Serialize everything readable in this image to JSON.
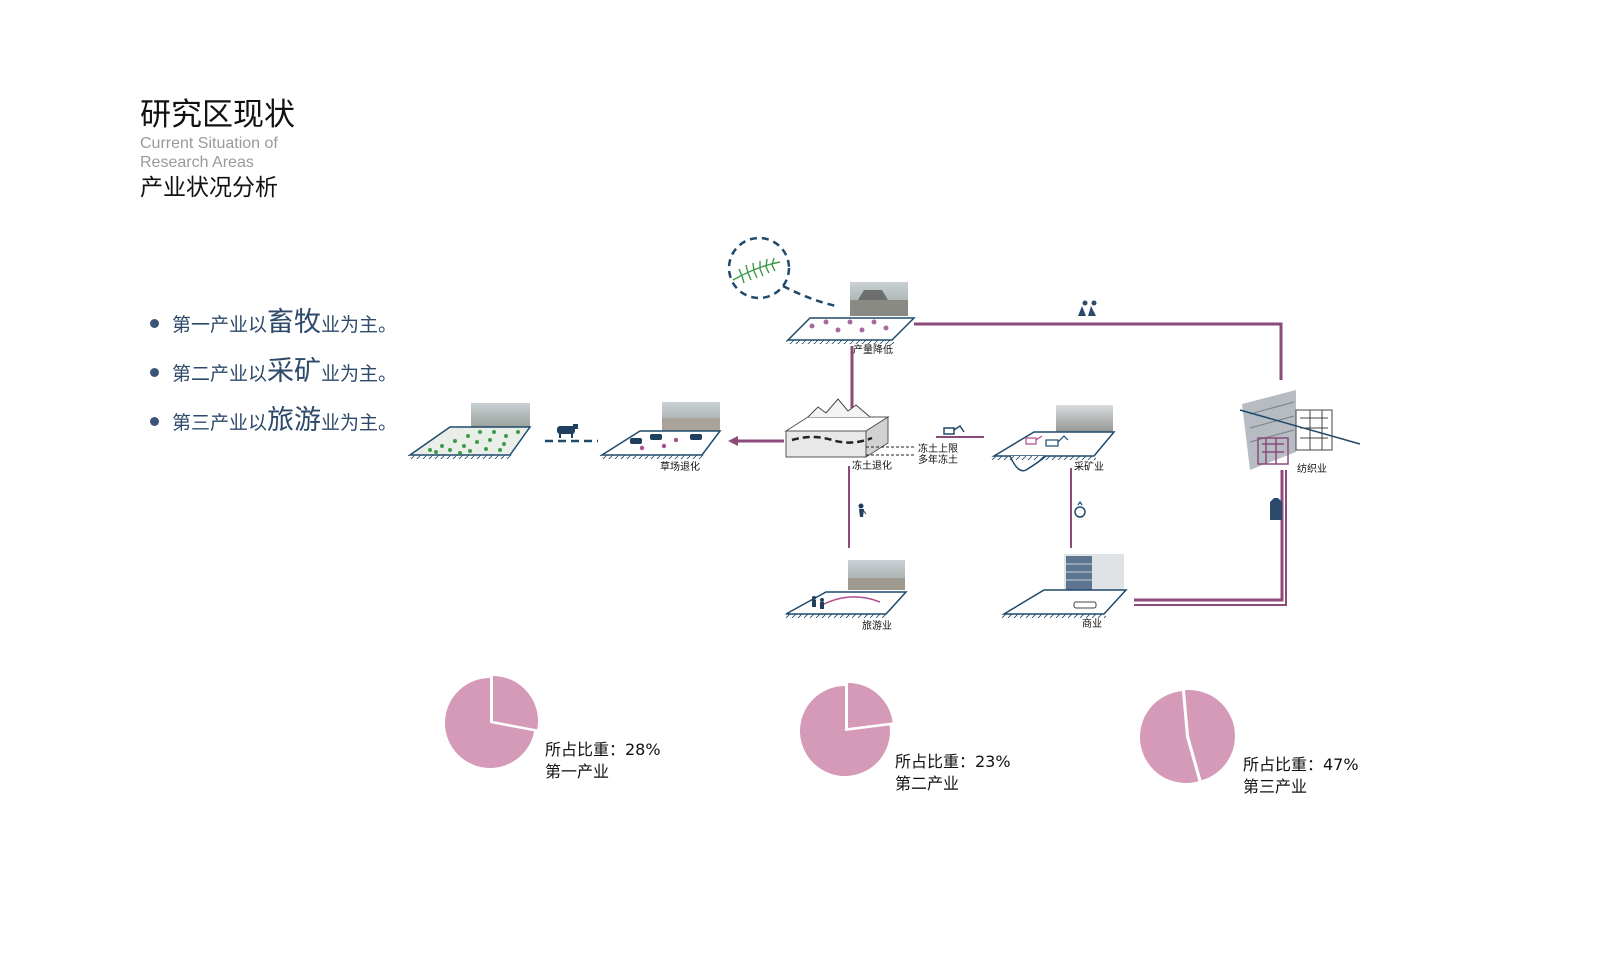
{
  "header": {
    "title_cn": "研究区现状",
    "title_en_line1": "Current Situation of",
    "title_en_line2": "Research Areas",
    "subtitle_cn": "产业状况分析"
  },
  "bullets": [
    {
      "pre": "第一产业以",
      "key": "畜牧",
      "post": "业为主。"
    },
    {
      "pre": "第二产业以",
      "key": "采矿",
      "post": "业为主。"
    },
    {
      "pre": "第三产业以",
      "key": "旅游",
      "post": "业为主。"
    }
  ],
  "diagram": {
    "labels": {
      "production_drop": "产量降低",
      "grassland": "草场退化",
      "permafrost": "冻土退化",
      "permafrost_upper": "冻土上限",
      "permafrost_multi": "多年冻土",
      "mining": "采矿业",
      "textile": "纺织业",
      "tourism": "旅游业",
      "commerce": "商业"
    },
    "colors": {
      "plum": "#8a4b7a",
      "navy": "#1f4a6b",
      "pie": "#d59ab7",
      "grass_green": "#3d9a4b"
    }
  },
  "pies": [
    {
      "caption": "所占比重：28%",
      "name": "第一产业",
      "percent": 28
    },
    {
      "caption": "所占比重：23%",
      "name": "第二产业",
      "percent": 23
    },
    {
      "caption": "所占比重：47%",
      "name": "第三产业",
      "percent": 47
    }
  ]
}
